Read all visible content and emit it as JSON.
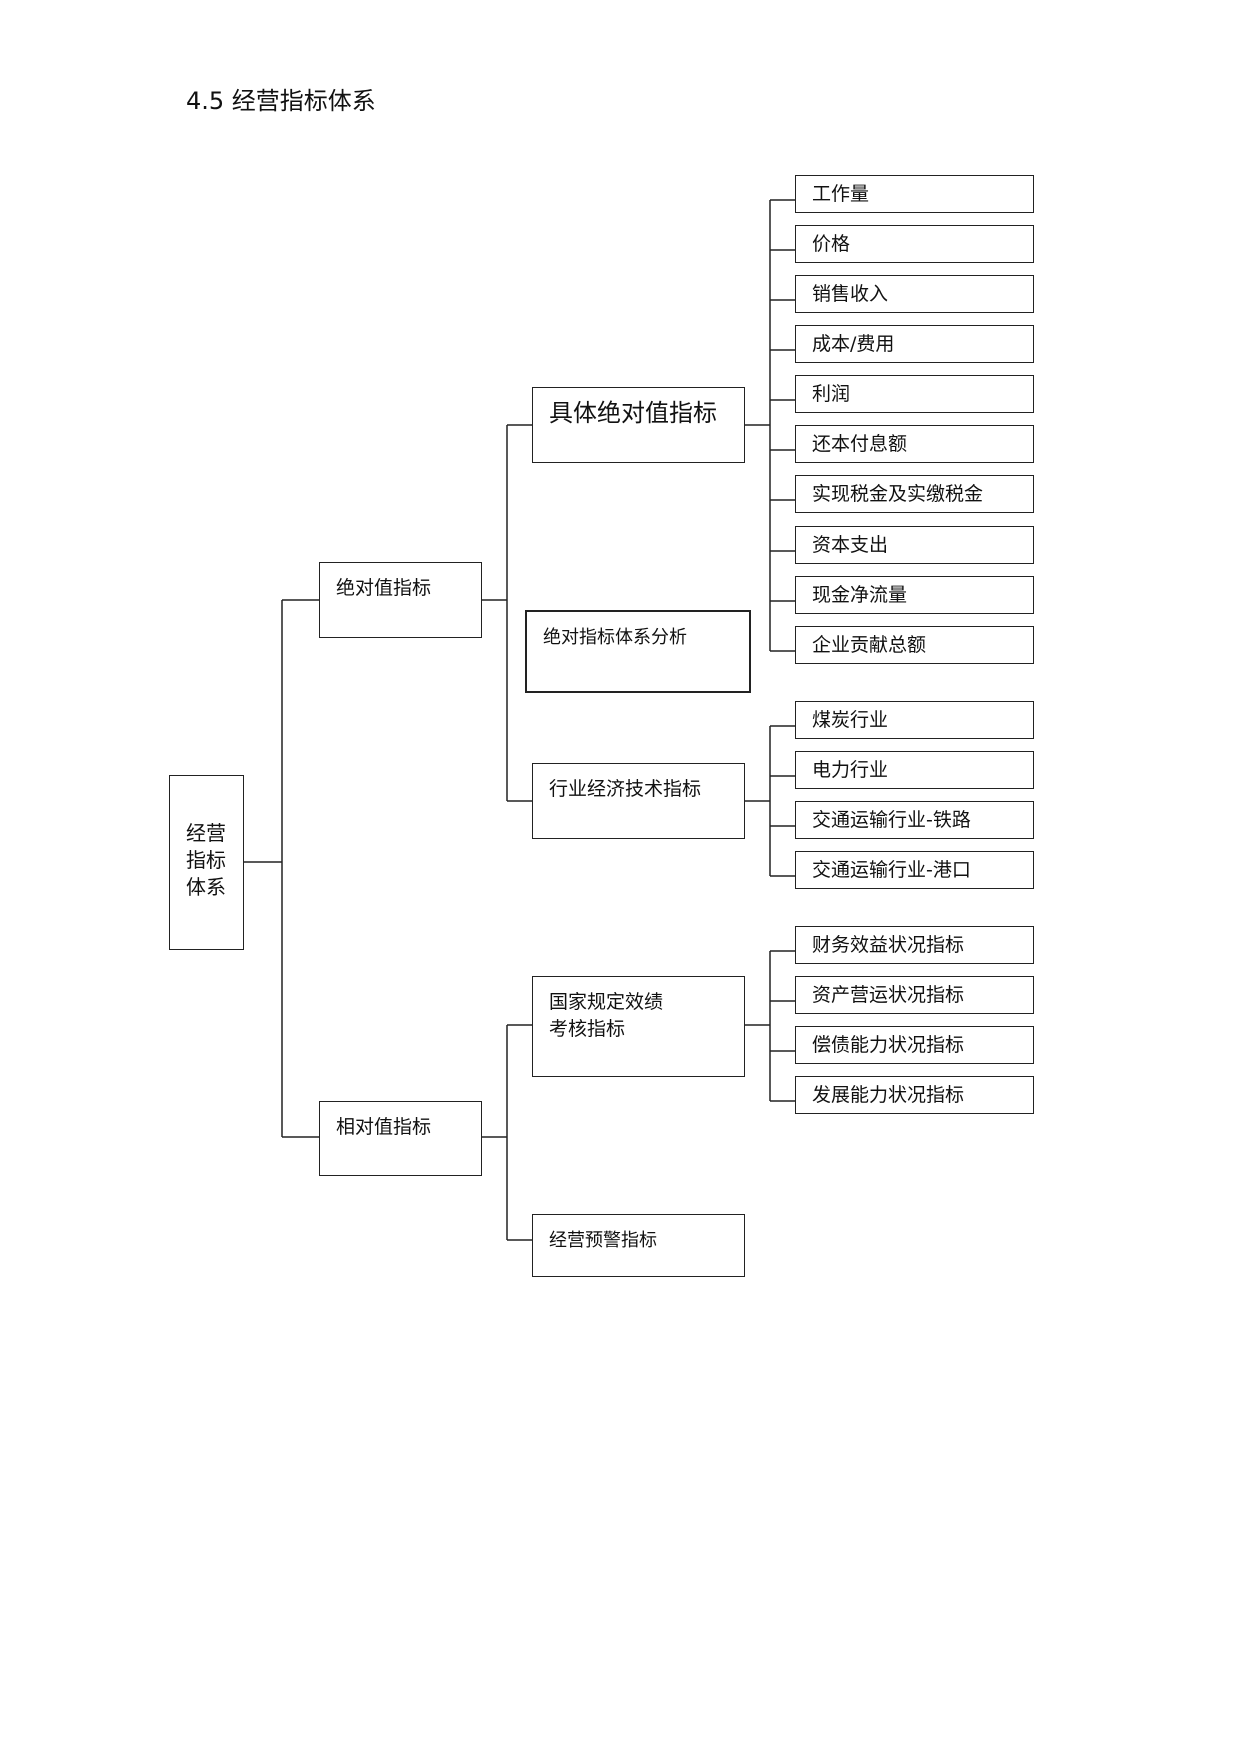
{
  "title": "4.5 经营指标体系",
  "root": {
    "label": "经营\n指标\n体系"
  },
  "level1": {
    "absolute": {
      "label": "绝对值指标"
    },
    "relative": {
      "label": "相对值指标"
    }
  },
  "level2": {
    "specific_absolute": {
      "label": "具体绝对值指标"
    },
    "absolute_analysis": {
      "label": "绝对指标体系分析"
    },
    "industry_tech": {
      "label": "行业经济技术指标"
    },
    "national_performance": {
      "label": "国家规定效绩\n考核指标"
    },
    "warning": {
      "label": "经营预警指标"
    }
  },
  "specific_absolute_items": [
    {
      "label": "工作量"
    },
    {
      "label": "价格"
    },
    {
      "label": "销售收入"
    },
    {
      "label": "成本/费用"
    },
    {
      "label": "利润"
    },
    {
      "label": "还本付息额"
    },
    {
      "label": "实现税金及实缴税金"
    },
    {
      "label": "资本支出"
    },
    {
      "label": "现金净流量"
    },
    {
      "label": "企业贡献总额"
    }
  ],
  "industry_items": [
    {
      "label": "煤炭行业"
    },
    {
      "label": "电力行业"
    },
    {
      "label": "交通运输行业-铁路"
    },
    {
      "label": "交通运输行业-港口"
    }
  ],
  "performance_items": [
    {
      "label": "财务效益状况指标"
    },
    {
      "label": "资产营运状况指标"
    },
    {
      "label": "偿债能力状况指标"
    },
    {
      "label": "发展能力状况指标"
    }
  ]
}
